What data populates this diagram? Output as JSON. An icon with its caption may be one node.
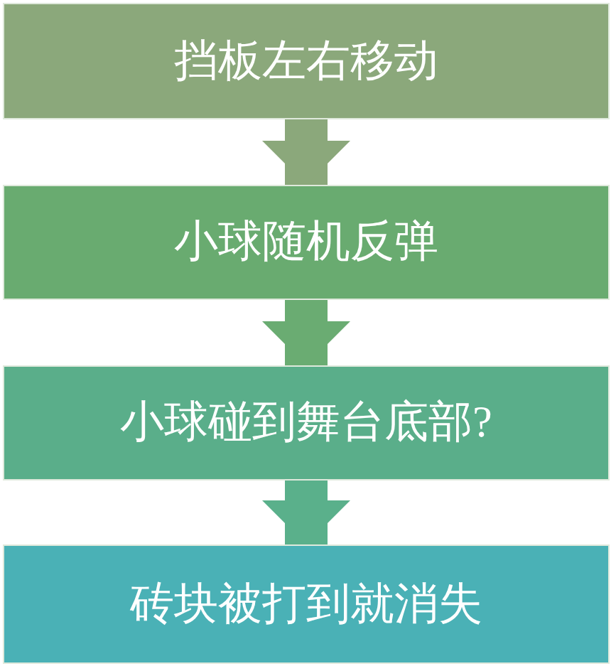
{
  "diagram": {
    "nodes": [
      {
        "text": [
          "挡板左右移动"
        ]
      },
      {
        "text": [
          "小球随机反弹"
        ]
      },
      {
        "text": [
          "小球碰到舞台底部?"
        ]
      },
      {
        "text": [
          "砖块被打到就消失"
        ]
      }
    ],
    "edges": [
      {
        "from": 0,
        "to": 1,
        "arrow": "to",
        "color": "#8ba87b"
      },
      {
        "from": 1,
        "to": 2,
        "arrow": "to",
        "color": "#6aac72"
      },
      {
        "from": 2,
        "to": 3,
        "arrow": "to",
        "color": "#5ab08b"
      }
    ]
  }
}
